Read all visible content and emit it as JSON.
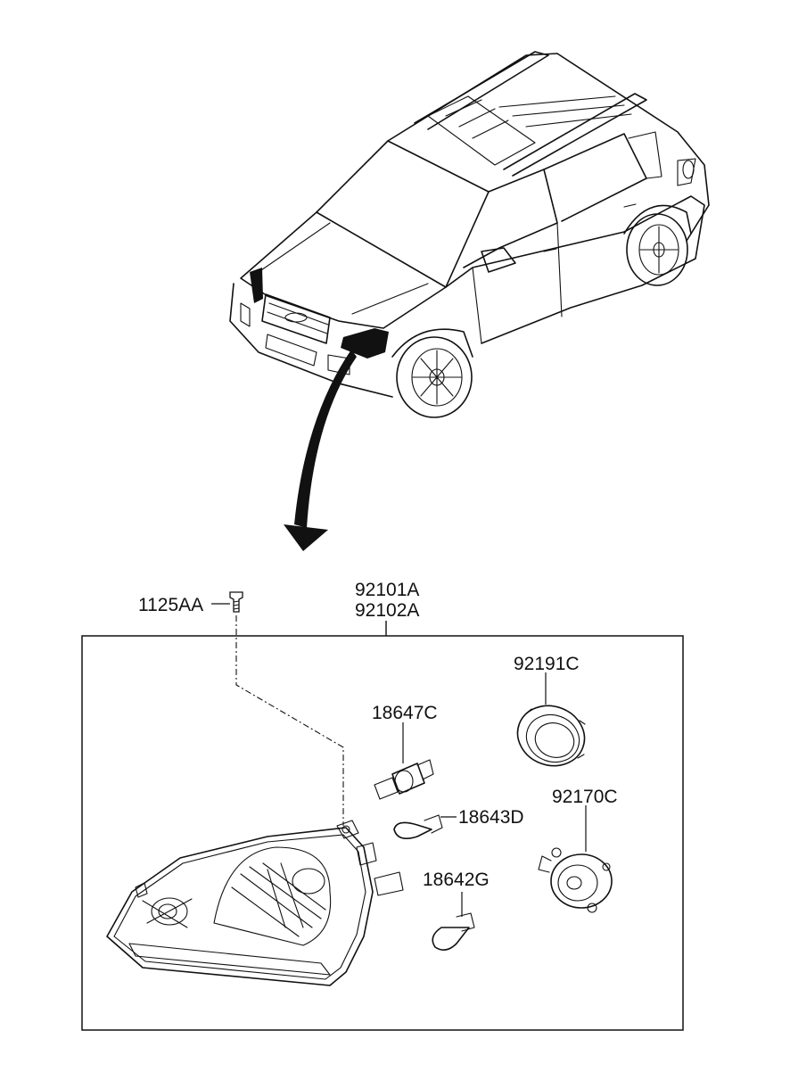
{
  "diagram": {
    "assembly_part_numbers": [
      "92101A",
      "92102A"
    ],
    "callouts": {
      "screw": "1125AA",
      "bulb_h4": "18647C",
      "bulb_position": "18643D",
      "bulb_turn": "18642G",
      "cap": "92191C",
      "socket": "92170C"
    }
  }
}
